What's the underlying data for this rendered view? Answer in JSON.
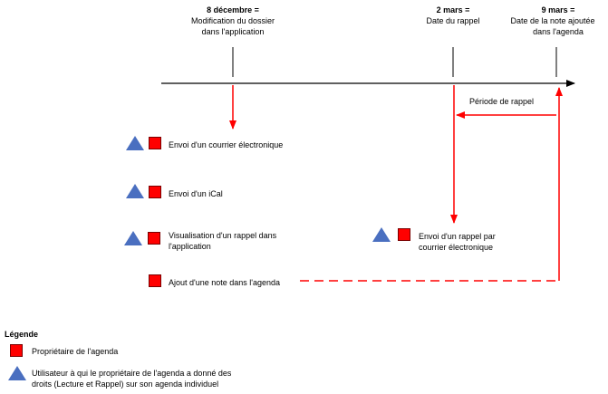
{
  "events": {
    "dec8": {
      "title": "8 décembre =",
      "desc1": "Modification du dossier",
      "desc2": "dans l'application"
    },
    "mar2": {
      "title": "2 mars =",
      "desc1": "Date du rappel"
    },
    "mar9": {
      "title": "9 mars =",
      "desc1": "Date de la note ajoutée",
      "desc2": "dans l'agenda"
    }
  },
  "periode_label": "Période de rappel",
  "actions": {
    "courrier": "Envoi d'un courrier électronique",
    "ical": "Envoi d'un iCal",
    "visu1": "Visualisation d'un rappel dans",
    "visu2": "l'application",
    "rappel1": "Envoi d'un rappel par",
    "rappel2": "courrier électronique",
    "note": "Ajout d'une note dans l'agenda"
  },
  "legend": {
    "title": "Légende",
    "owner": "Propriétaire de l'agenda",
    "user1": "Utilisateur à qui le propriétaire de l'agenda a donné des",
    "user2": "droits (Lecture et Rappel) sur son agenda individuel"
  },
  "colors": {
    "arrow": "#ff0000",
    "owner_square": "#ff0000",
    "user_triangle": "#4a6fc0",
    "timeline": "#000000"
  },
  "icons": {
    "owner": "red-square-icon",
    "user": "blue-triangle-icon"
  }
}
